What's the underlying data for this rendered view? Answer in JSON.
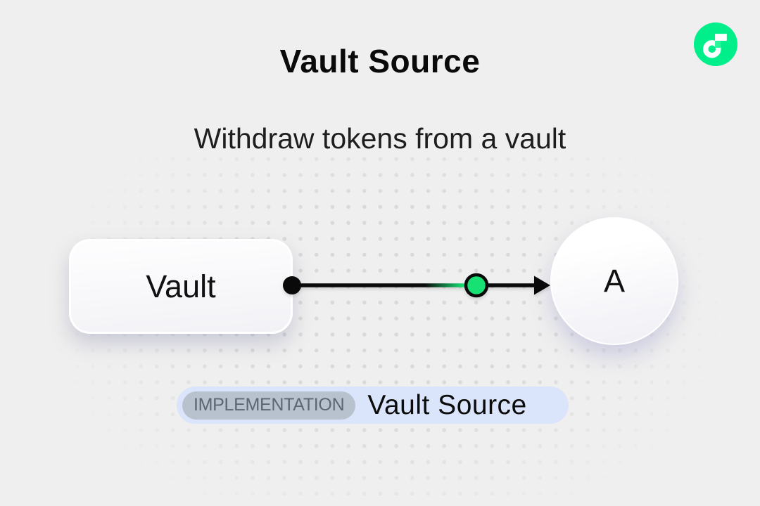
{
  "header": {
    "title": "Vault Source",
    "subtitle": "Withdraw tokens from a vault"
  },
  "logo": {
    "name": "Flow"
  },
  "diagram": {
    "source_node": {
      "label": "Vault",
      "shape": "rounded-rectangle"
    },
    "target_node": {
      "label": "A",
      "shape": "circle"
    },
    "edge": {
      "from": "Vault",
      "to": "A",
      "direction": "right",
      "start_marker": "black-dot",
      "mid_marker": "green-dot"
    }
  },
  "caption": {
    "badge_label": "IMPLEMENTATION",
    "label": "Vault Source"
  },
  "colors": {
    "background": "#EFEFEF",
    "accent_green": "#00EF8B",
    "logo_accent": "#2BF79B",
    "marker_green": "#17E173",
    "edge_black": "#0a0a0a",
    "pill_bg": "#DAE4FA",
    "badge_bg": "#B8C2CF",
    "badge_text": "#5D6771"
  }
}
